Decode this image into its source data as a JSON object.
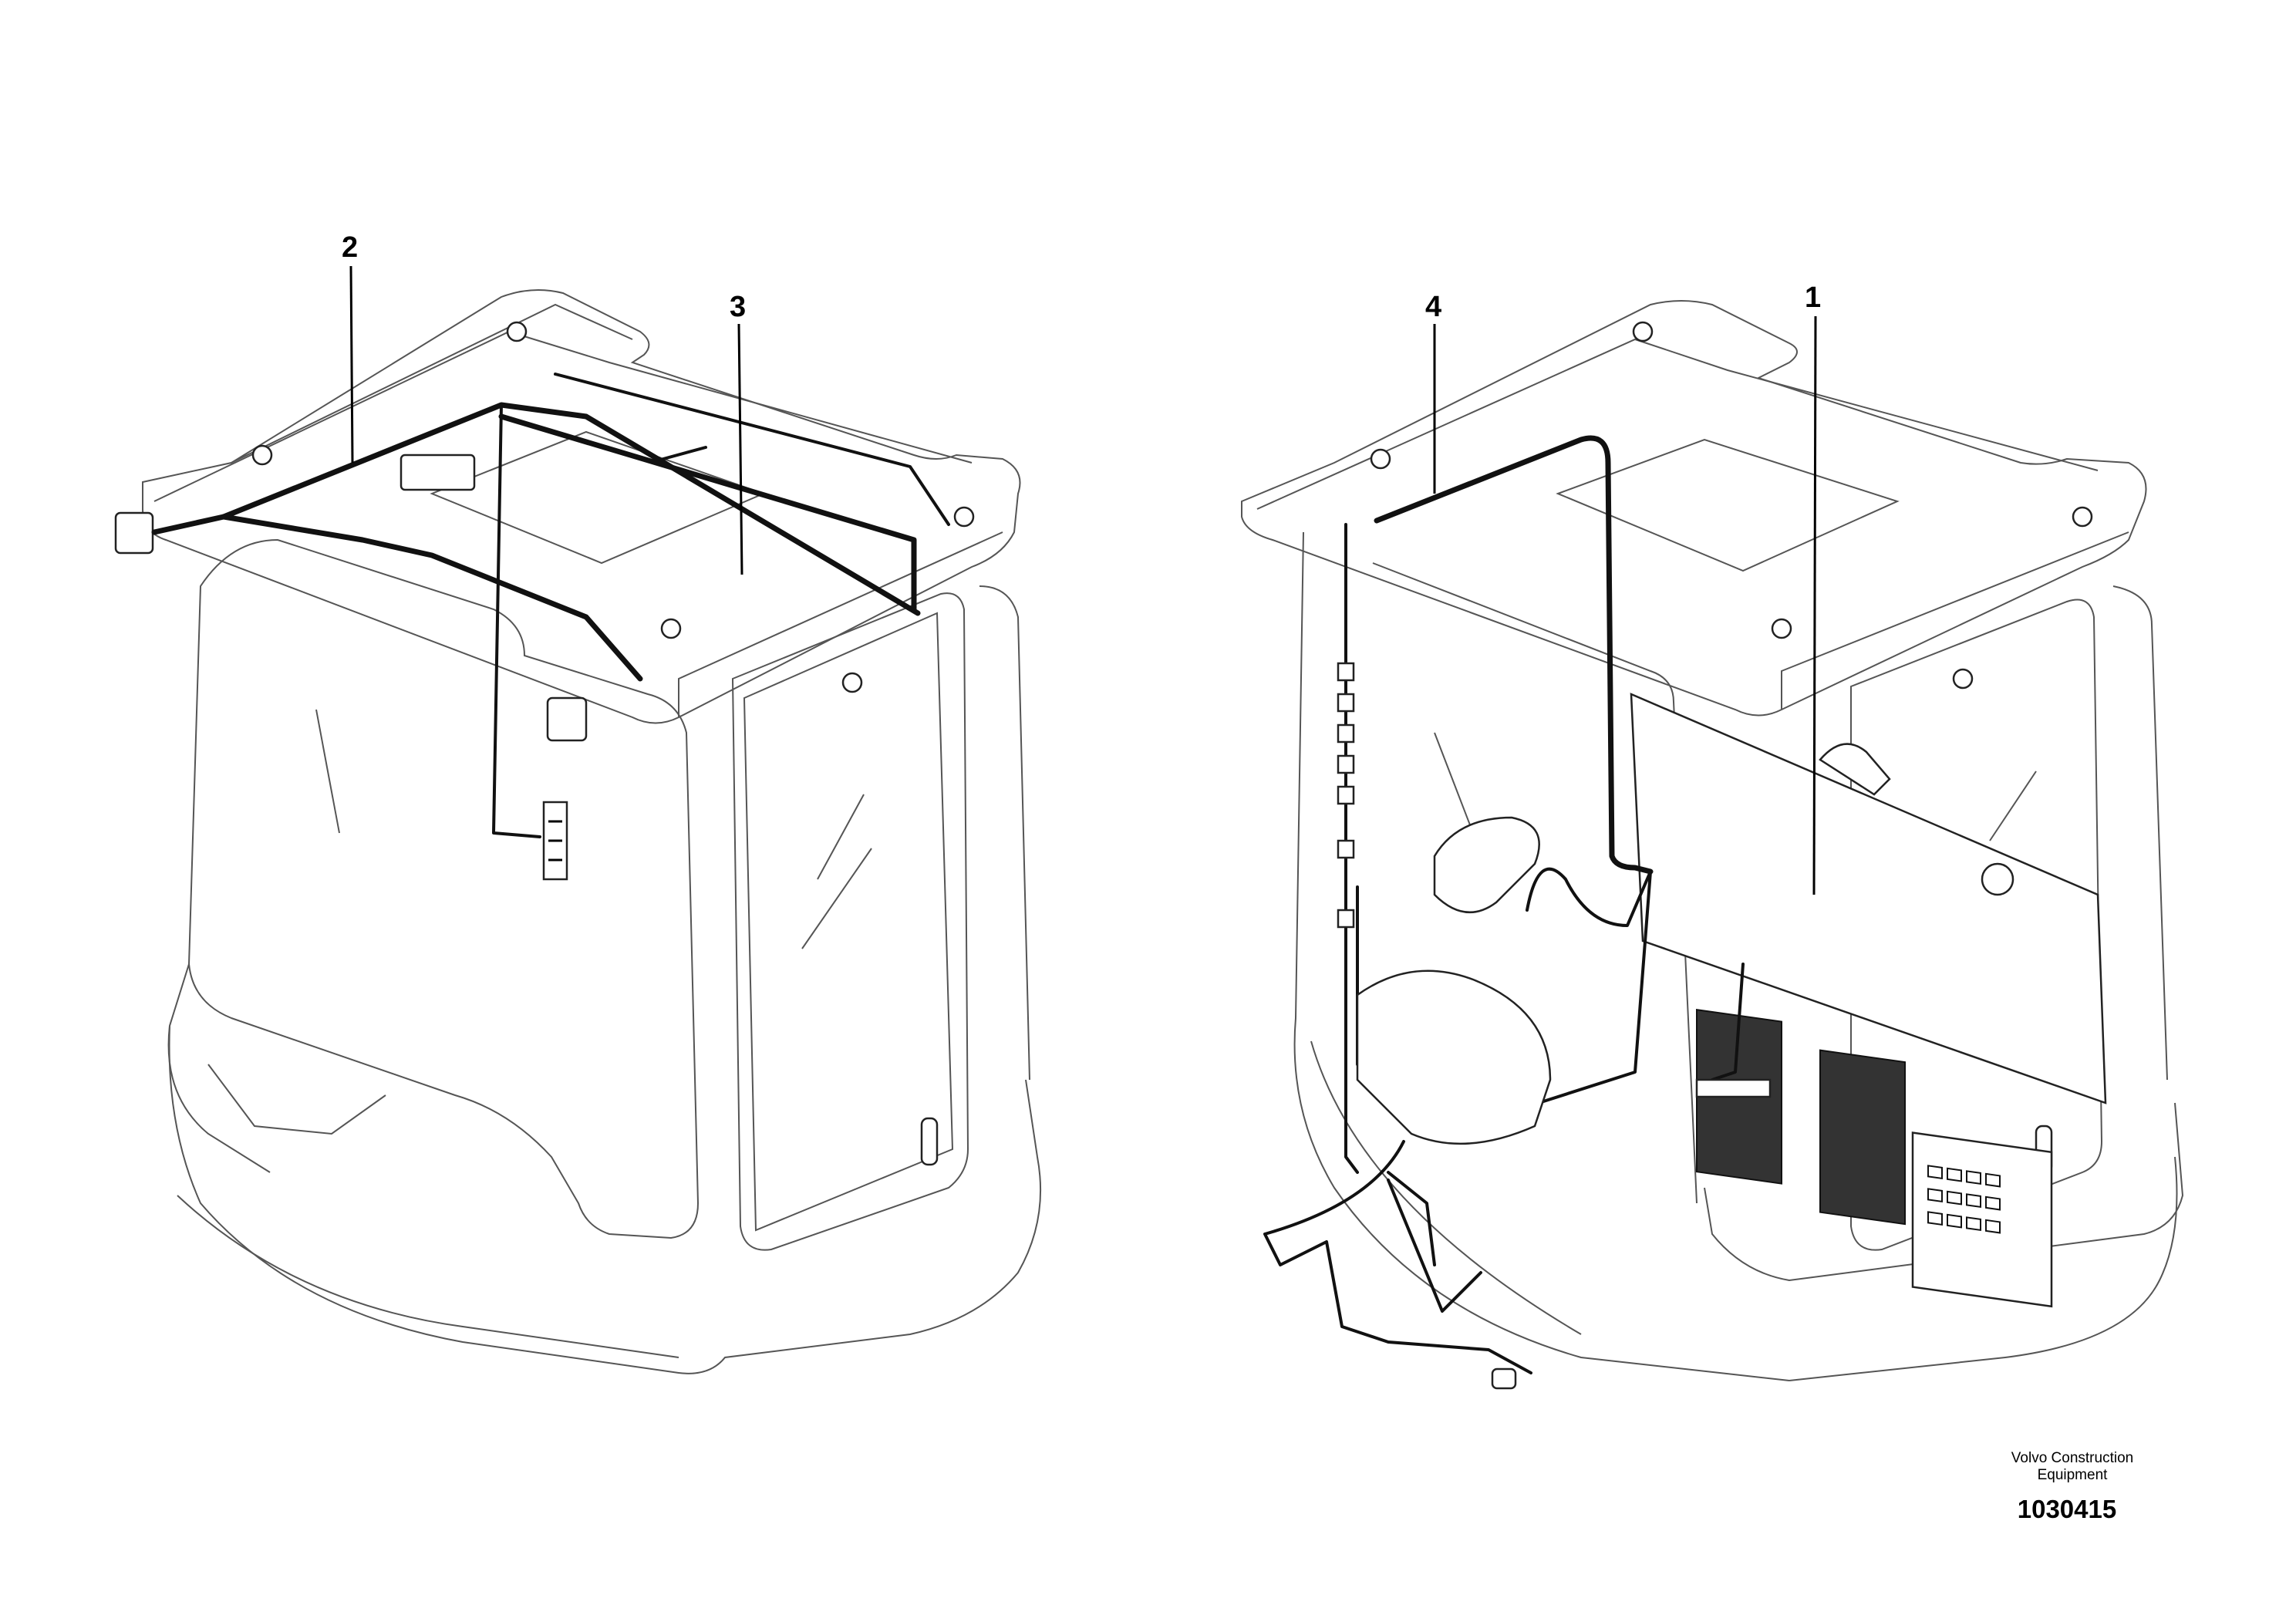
{
  "callouts": {
    "c1": "1",
    "c2": "2",
    "c3": "3",
    "c4": "4"
  },
  "footer": {
    "manufacturer_line1": "Volvo Construction",
    "manufacturer_line2": "Equipment",
    "document_number": "1030415"
  }
}
